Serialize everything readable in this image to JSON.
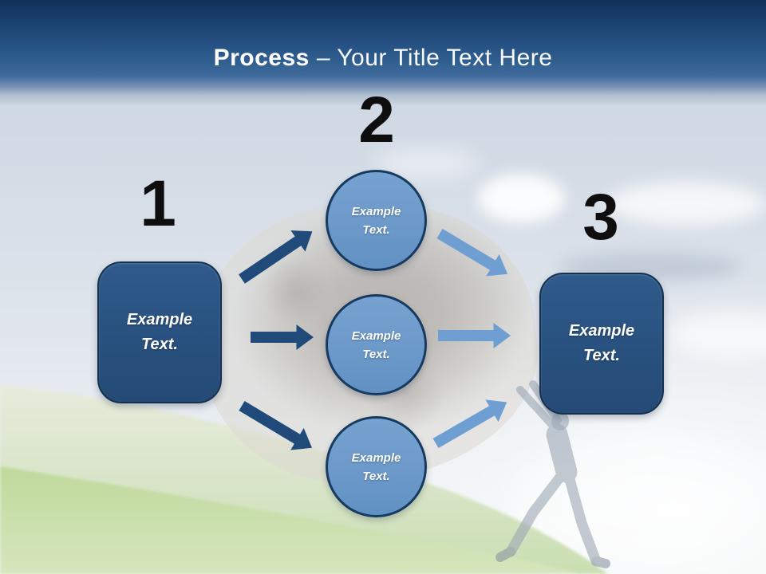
{
  "slide": {
    "title": {
      "emphasis": "Process",
      "rest": "– Your Title Text Here"
    },
    "steps": [
      {
        "number": "1",
        "shape": "rounded-rectangle",
        "label": "Example Text."
      },
      {
        "number": "2",
        "shape": "circle-group",
        "labels": [
          "Example Text.",
          "Example Text.",
          "Example Text."
        ]
      },
      {
        "number": "3",
        "shape": "rounded-rectangle",
        "label": "Example Text."
      }
    ],
    "colors": {
      "header_top": "#12315a",
      "header_bottom": "#3f6b9c",
      "title_text": "#ffffff",
      "number_text": "#0e0e0e",
      "box_fill": "#29517f",
      "box_border": "#15304f",
      "circle_fill": "#6d9aca",
      "circle_border": "#173a60",
      "arrow_dark": "#1f4a7a",
      "arrow_light": "#6f9fd2",
      "grass_green": "#bcd896",
      "sky_blue": "#c7d1df"
    }
  }
}
